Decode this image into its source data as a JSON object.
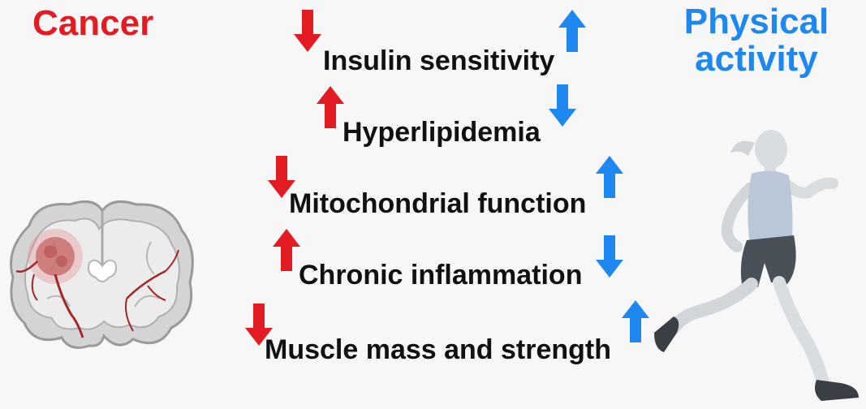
{
  "left_heading": "Cancer",
  "right_heading_line1": "Physical",
  "right_heading_line2": "activity",
  "colors": {
    "cancer": "#e31b23",
    "activity": "#1e88f0",
    "text": "#111111"
  },
  "factors": [
    {
      "label": "Insulin sensitivity",
      "cancer_effect": "down",
      "activity_effect": "up"
    },
    {
      "label": "Hyperlipidemia",
      "cancer_effect": "up",
      "activity_effect": "down"
    },
    {
      "label": "Mitochondrial function",
      "cancer_effect": "down",
      "activity_effect": "up"
    },
    {
      "label": "Chronic inflammation",
      "cancer_effect": "up",
      "activity_effect": "down"
    },
    {
      "label": "Muscle mass and strength",
      "cancer_effect": "down",
      "activity_effect": "up"
    }
  ],
  "icons": {
    "left": "brain-tumor-icon",
    "right": "runner-icon"
  }
}
